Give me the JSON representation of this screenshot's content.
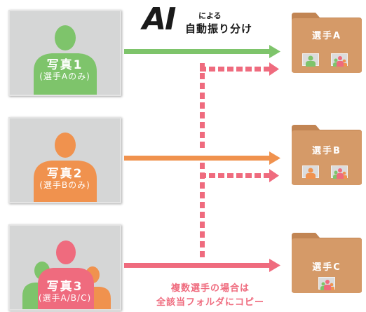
{
  "heading": {
    "ai": "AI",
    "line1": "による",
    "line2": "自動振り分け"
  },
  "photos": [
    {
      "title": "写真1",
      "caption": "(選手Aのみ)"
    },
    {
      "title": "写真2",
      "caption": "(選手Bのみ)"
    },
    {
      "title": "写真3",
      "caption": "(選手A/B/C)"
    }
  ],
  "folders": [
    {
      "label": "選手A"
    },
    {
      "label": "選手B"
    },
    {
      "label": "選手C"
    }
  ],
  "note": {
    "line1": "複数選手の場合は",
    "line2": "全該当フォルダにコピー"
  },
  "colors": {
    "player_a": "#7ec46b",
    "player_b": "#f0924e",
    "player_c": "#ef6b7e",
    "folder": "#d59a68",
    "folder_dark": "#c28553"
  }
}
